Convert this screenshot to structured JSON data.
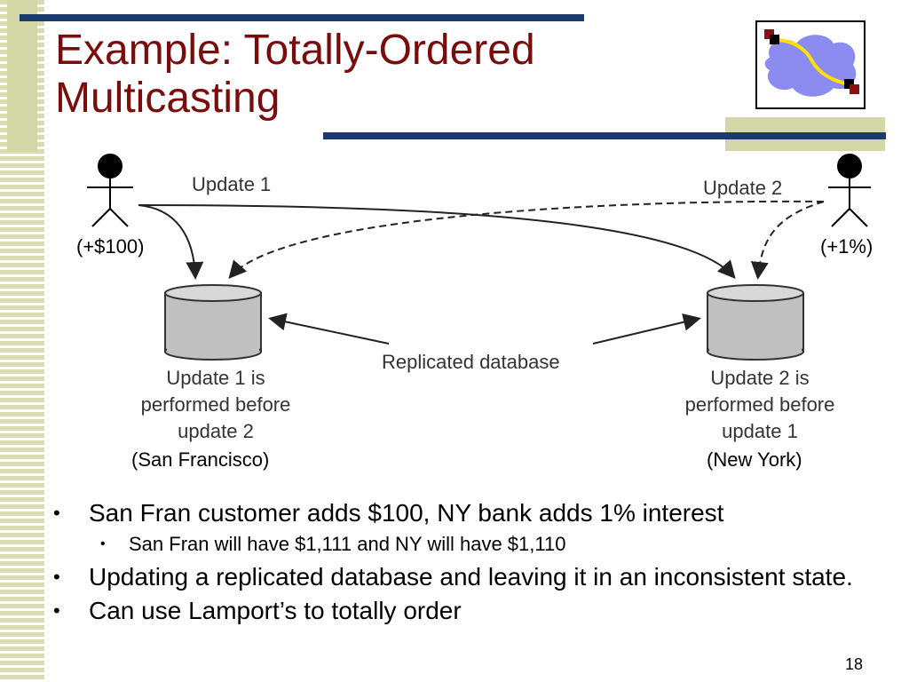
{
  "slide": {
    "title_line1": "Example: Totally-Ordered",
    "title_line2": "Multicasting",
    "page_number": "18"
  },
  "figure": {
    "update1_label": "Update 1",
    "update2_label": "Update 2",
    "replicated_label": "Replicated database",
    "left_result": [
      "Update 1 is",
      "performed before",
      "update 2"
    ],
    "right_result": [
      "Update 2 is",
      "performed before",
      "update 1"
    ],
    "left_amount": "(+$100)",
    "right_amount": "(+1%)",
    "left_city": "(San Francisco)",
    "right_city": "(New York)"
  },
  "bullets": [
    {
      "level": 1,
      "text": "San Fran customer adds $100, NY bank adds 1% interest"
    },
    {
      "level": 2,
      "text": "San Fran will have $1,111 and NY will have $1,110"
    },
    {
      "level": 1,
      "text": "Updating a replicated database and leaving it in an inconsistent state."
    },
    {
      "level": 1,
      "text": "Can use Lamport’s to totally order"
    }
  ],
  "colors": {
    "title": "#7a0c0c",
    "bar": "#1a3a6b",
    "stripe": "#d9dcb0",
    "cloud": "#8c8cf0",
    "cylinder": "#c0c0c0"
  }
}
